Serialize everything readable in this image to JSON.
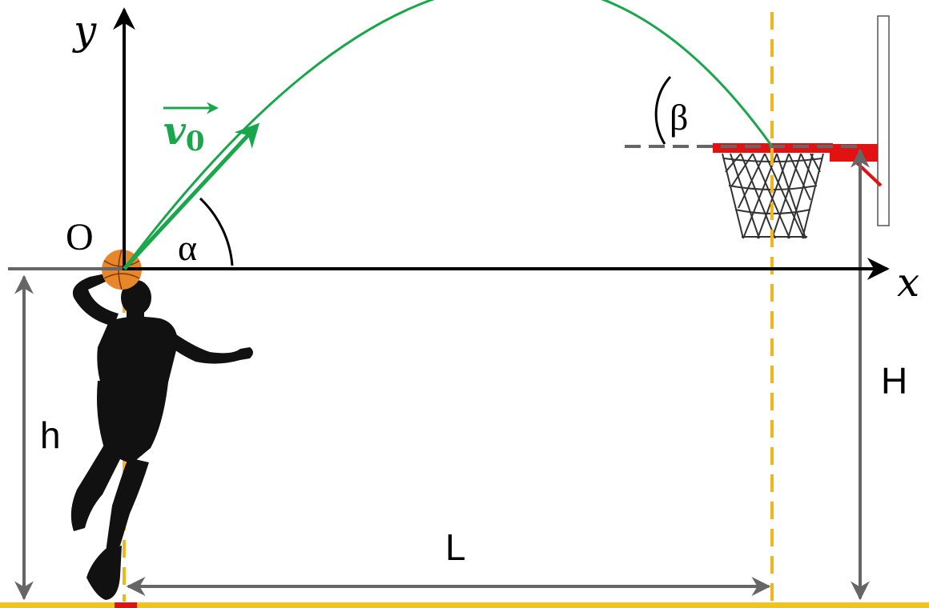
{
  "labels": {
    "axis_y": "y",
    "axis_x": "x",
    "origin": "O",
    "velocity": "v",
    "velocity_sub": "0",
    "angle_launch": "α",
    "angle_entry": "β",
    "height_player": "h",
    "height_hoop": "H",
    "distance": "L"
  },
  "colors": {
    "trajectory": "#1aa64b",
    "guide_dashed": "#f2b51d",
    "floor": "#f2c318",
    "dimension": "#666666",
    "axis": "#000000",
    "rim": "#e01212",
    "ball": "#e8872a",
    "silhouette": "#111111"
  },
  "icons": {
    "player": "basketball-player-silhouette",
    "ball": "basketball-icon",
    "hoop": "basketball-hoop-icon"
  }
}
